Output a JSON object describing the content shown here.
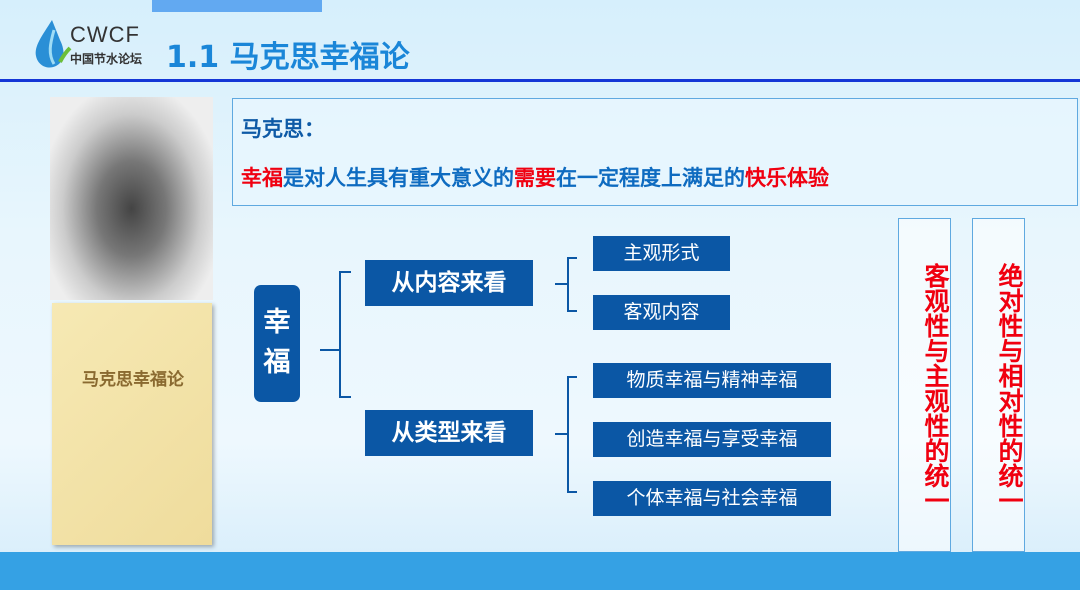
{
  "header": {
    "logo_text": "CWCF",
    "logo_subtitle": "中国节水论坛",
    "title": "1.1  马克思幸福论"
  },
  "images": {
    "book_title": "马克思幸福论"
  },
  "quote": {
    "speaker": "马克思：",
    "definition_parts": [
      {
        "text": "幸福",
        "highlight": true
      },
      {
        "text": "是对人生具有重大意义的",
        "highlight": false
      },
      {
        "text": "需要",
        "highlight": true
      },
      {
        "text": "在一定程度上满足的",
        "highlight": false
      },
      {
        "text": "快乐体验",
        "highlight": true
      }
    ]
  },
  "diagram": {
    "root": "幸福",
    "branches": [
      {
        "label": "从内容来看",
        "children": [
          "主观形式",
          "客观内容"
        ]
      },
      {
        "label": "从类型来看",
        "children": [
          "物质幸福与精神幸福",
          "创造幸福与享受幸福",
          "个体幸福与社会幸福"
        ]
      }
    ]
  },
  "side_notes": [
    "客观性与主观性的统一",
    "绝对性与相对性的统一"
  ],
  "colors": {
    "primary": "#0b57a5",
    "highlight": "#f00010",
    "title": "#1a86d8",
    "rule": "#1436d6"
  }
}
